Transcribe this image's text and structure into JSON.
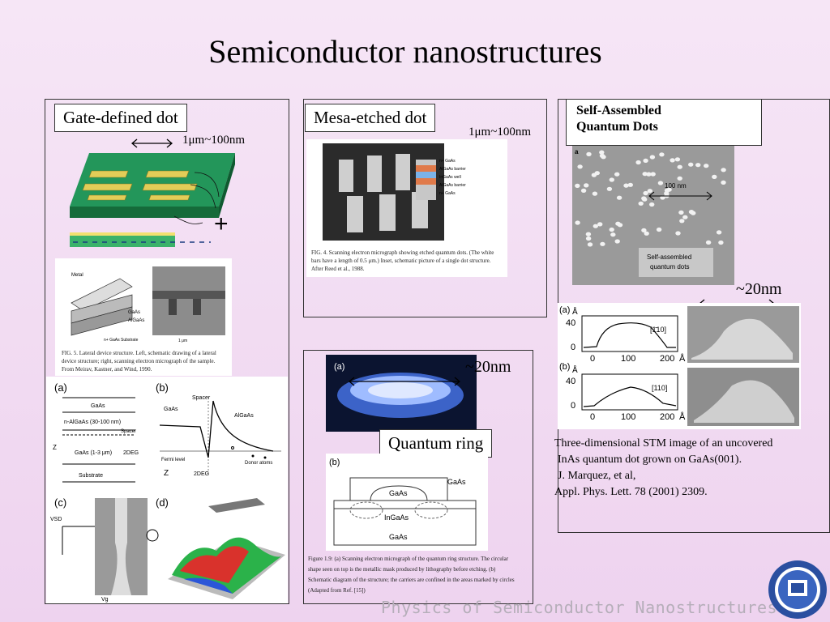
{
  "title": "Semiconductor nanostructures",
  "gate_dot": {
    "label": "Gate-defined dot",
    "scale": "1μm~100nm",
    "plus": "+",
    "fig5_caption": "FIG. 5. Lateral device structure. Left, schematic drawing of a lateral device structure; right, scanning electron micrograph of the sample. From Meirav, Kastner, and Wind, 1990.",
    "fig5_labels": [
      "Metal",
      "GaAs",
      "AlGaAs",
      "n+ GaAs Substrate",
      "1 μm"
    ],
    "panel_a": "(a)",
    "panel_b": "(b)",
    "panel_c": "(c)",
    "panel_d": "(d)",
    "layers": [
      "GaAs",
      "n-AlGaAs (30-100 nm)",
      "GaAs (1-3 μm)",
      "Substrate"
    ],
    "layer_labels": [
      "Spacer",
      "2DEG",
      "Z"
    ],
    "band_labels": [
      "Spacer",
      "GaAs",
      "AlGaAs",
      "Fermi level",
      "Donor atoms",
      "Z",
      "2DEG"
    ],
    "vsd": "VSD",
    "vg": "Vg"
  },
  "mesa_dot": {
    "label": "Mesa-etched dot",
    "scale": "1μm~100nm",
    "inset_layers": [
      "n+ GaAs",
      "AlGaAs barrier",
      "InGaAs well",
      "AlGaAs barrier",
      "n+ GaAs"
    ],
    "fig4_caption": "FIG. 4. Scanning electron micrograph showing etched quantum dots. (The white bars have a length of 0.5 μm.) Inset, schematic picture of a single dot structure. After Reed et al., 1988."
  },
  "ring": {
    "label": "Quantum ring",
    "size": "~20nm",
    "panel_a": "(a)",
    "panel_b": "(b)",
    "schematic_labels": [
      "GaAs",
      "GaAs",
      "InGaAs",
      "GaAs"
    ],
    "caption": "Figure 1.9: (a) Scanning electron micrograph of the quantum ring structure. The circular shape seen on top is the metallic mask produced by lithography before etching. (b) Schematic diagram of the structure; the carriers are confined in the areas marked by circles (Adapted from Ref. [15])"
  },
  "sa_dots": {
    "label_line1": "Self-Assembled",
    "label_line2": "Quantum Dots",
    "panel_tag": "a",
    "scale_bar": "100 nm",
    "inset_label_line1": "Self-assembled",
    "inset_label_line2": "quantum dots",
    "size": "~20nm",
    "stm_a": "(a)",
    "stm_b": "(b)",
    "stm_dir_a": "[1̄10]",
    "stm_dir_b": "[110]",
    "y_ticks": [
      "40",
      "0"
    ],
    "x_ticks": [
      "0",
      "100",
      "200"
    ],
    "unit": "Å",
    "cite_line1": "Three-dimensional STM image of an uncovered",
    "cite_line2": "InAs quantum dot grown on GaAs(001).",
    "cite_line3": "J. Marquez, et al,",
    "cite_line4": "Appl. Phys. Lett. 78 (2001) 2309."
  },
  "footer": "Physics of Semiconductor Nanostructures",
  "colors": {
    "background": "#f2dcf2",
    "gate_green": "#1f8a4c",
    "gate_gold": "#d8c24a",
    "ring_glow": "#6f9dff"
  }
}
